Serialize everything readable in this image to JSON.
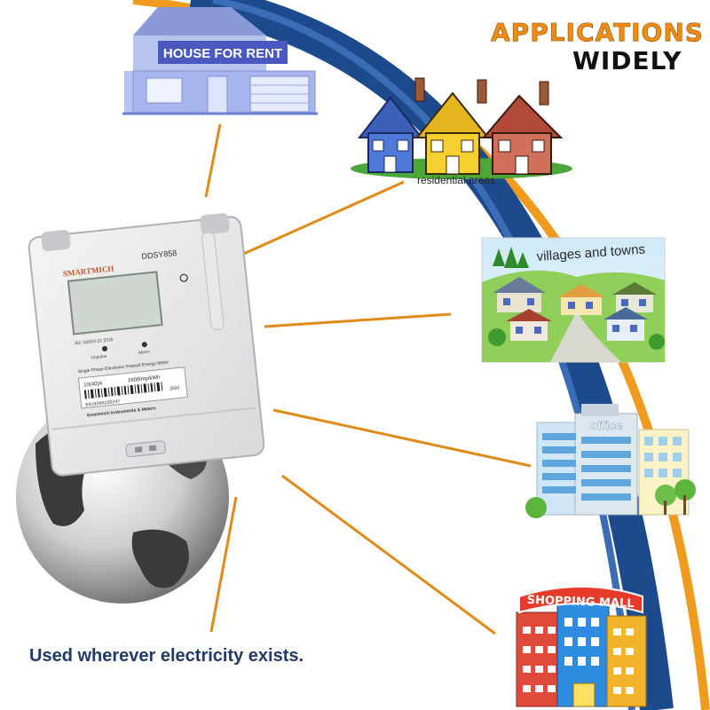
{
  "heading": {
    "line1": "APPLICATIONS",
    "line2": "WIDELY"
  },
  "tagline": "Used wherever electricity exists.",
  "applications": {
    "house": {
      "sign": "HOUSE FOR RENT"
    },
    "residential": {
      "label": "residential areas"
    },
    "villages": {
      "label": "villages and towns"
    },
    "office": {
      "sign": "office"
    },
    "mall": {
      "sign": "SHOPPING MALL"
    }
  },
  "meter": {
    "brand": "SMARTMICH",
    "model": "DDSY858",
    "standard": "IEC 62053-21 2016",
    "impulse_label": "Impulse",
    "alarm_label": "Alarm",
    "description": "Single Phase Electronic Prepaid Energy Meter",
    "rating": "10(40)A",
    "constant": "1600imp/kWh",
    "year": "2020",
    "serial": "E019200220247",
    "maker": "Smartmich Instruments & Meters"
  },
  "colors": {
    "accent_orange": "#e8901c",
    "arc_blue": "#1c4a8c",
    "tagline": "#1f3a68"
  }
}
